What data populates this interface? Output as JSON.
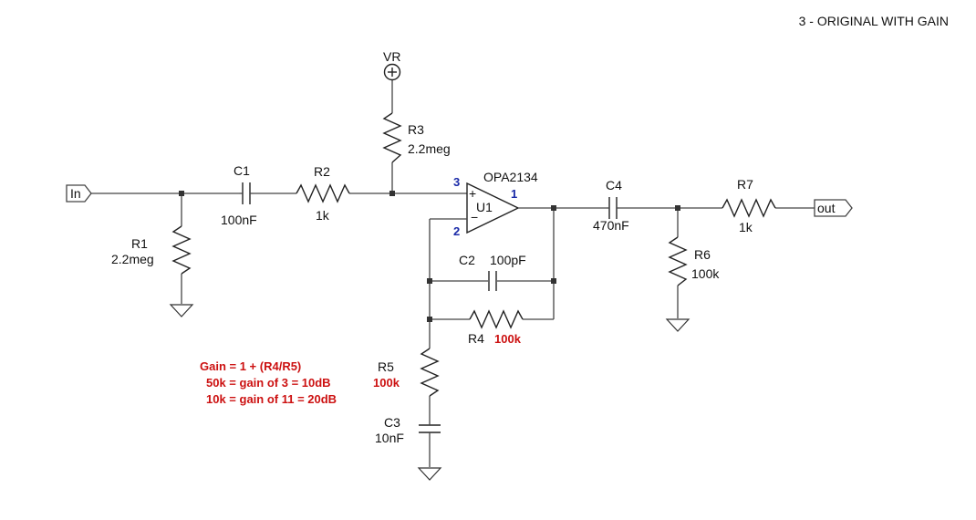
{
  "title": "3  -  ORIGINAL WITH GAIN",
  "ports": {
    "in": "In",
    "out": "out",
    "vr": "VR"
  },
  "components": {
    "c1": {
      "ref": "C1",
      "value": "100nF"
    },
    "r2": {
      "ref": "R2",
      "value": "1k"
    },
    "r1": {
      "ref": "R1",
      "value": "2.2meg"
    },
    "r3": {
      "ref": "R3",
      "value": "2.2meg"
    },
    "u1": {
      "ref": "U1",
      "part": "OPA2134",
      "pin_plus": "3",
      "pin_minus": "2",
      "pin_out": "1",
      "plus_sign": "+",
      "minus_sign": "−"
    },
    "c4": {
      "ref": "C4",
      "value": "470nF"
    },
    "r7": {
      "ref": "R7",
      "value": "1k"
    },
    "r6": {
      "ref": "R6",
      "value": "100k"
    },
    "c2": {
      "ref": "C2",
      "value": "100pF"
    },
    "r4": {
      "ref": "R4",
      "value": "100k"
    },
    "r5": {
      "ref": "R5",
      "value": "100k"
    },
    "c3": {
      "ref": "C3",
      "value": "10nF"
    }
  },
  "notes": [
    "Gain = 1 + (R4/R5)",
    "50k = gain of   3 = 10dB",
    "10k = gain of 11 = 20dB"
  ],
  "colors": {
    "note": "#cc1111",
    "pin": "#1a2aa8",
    "wire": "#444444"
  }
}
